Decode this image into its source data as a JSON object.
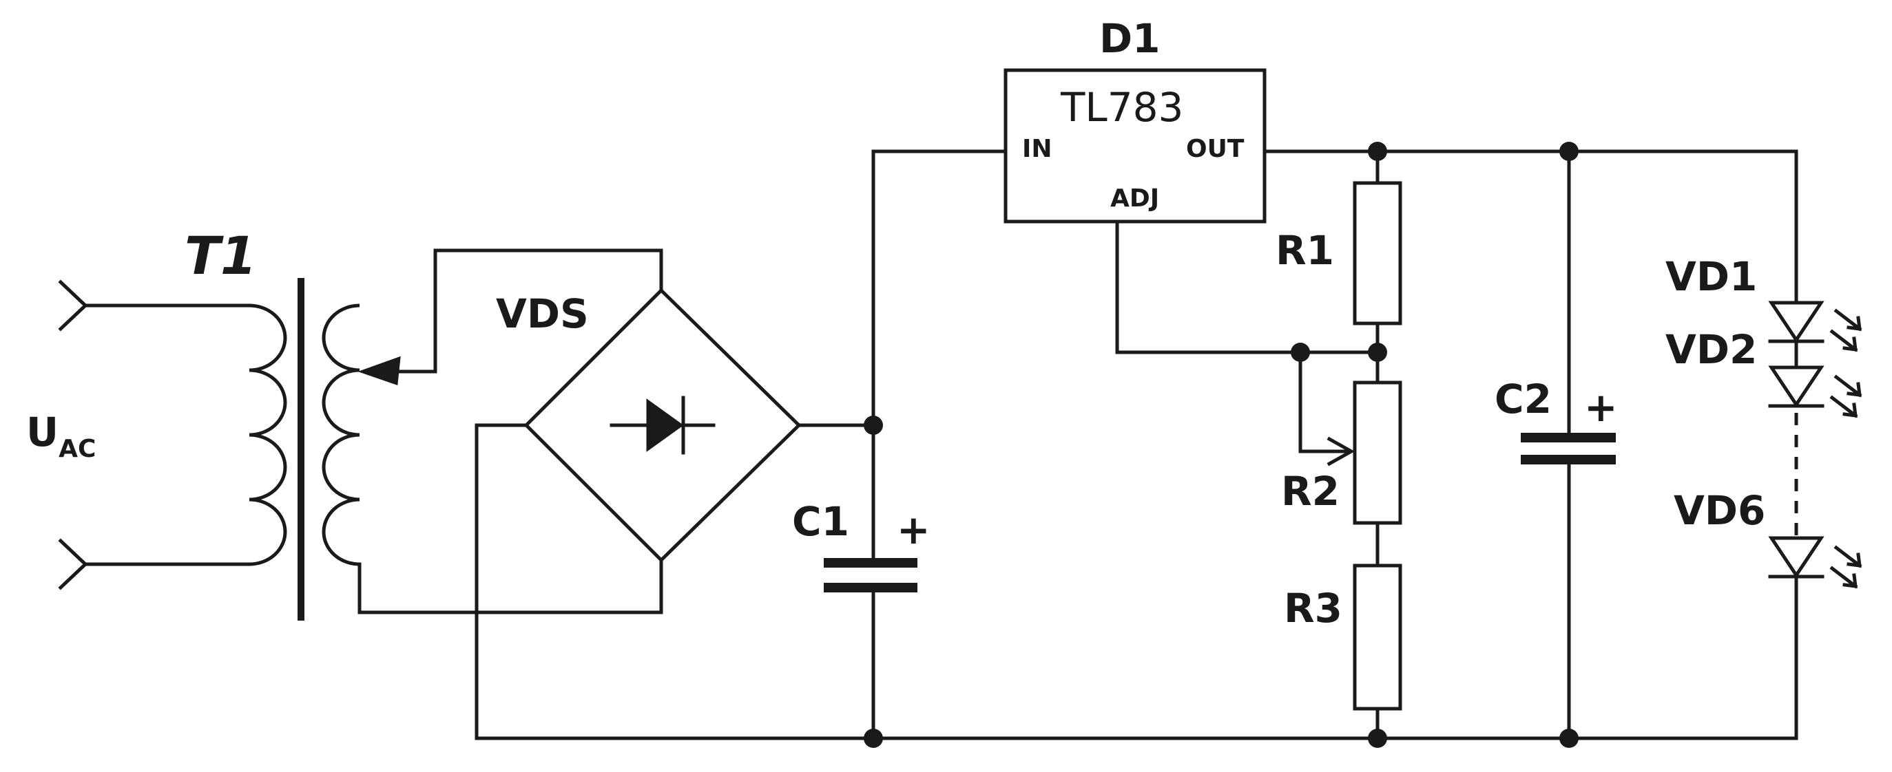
{
  "diagram": {
    "transformer_label": "T1",
    "input_label_main": "U",
    "input_label_sub": "AC",
    "bridge_label": "VDS",
    "capacitor1_label": "C1",
    "capacitor1_polarity": "+",
    "regulator_ref": "D1",
    "regulator_part": "TL783",
    "pin_in": "IN",
    "pin_out": "OUT",
    "pin_adj": "ADJ",
    "resistor1_label": "R1",
    "resistor2_label": "R2",
    "resistor3_label": "R3",
    "capacitor2_label": "C2",
    "capacitor2_polarity": "+",
    "led1_label": "VD1",
    "led2_label": "VD2",
    "led6_label": "VD6"
  }
}
